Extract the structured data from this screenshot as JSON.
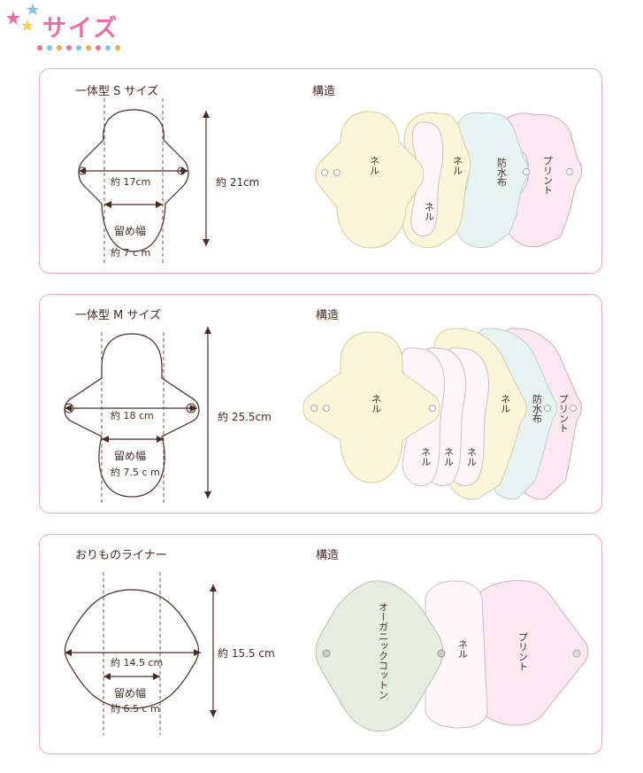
{
  "title": "サイズ",
  "structure_label": "構造",
  "products": [
    {
      "name": "一体型 S サイズ",
      "width": "約 17cm",
      "snap_label": "留め幅",
      "snap_width": "約 7 c m",
      "height": "約 21cm",
      "layers": [
        "ネル",
        "ネル",
        "ネル",
        "防水布",
        "プリント"
      ]
    },
    {
      "name": "一体型 M サイズ",
      "width": "約 18 cm",
      "snap_label": "留め幅",
      "snap_width": "約 7.5 c m",
      "height": "約 25.5cm",
      "layers": [
        "ネル",
        "ネル",
        "ネル",
        "ネル",
        "ネル",
        "防水布",
        "プリント"
      ]
    },
    {
      "name": "おりものライナー",
      "width": "約 14.5 cm",
      "snap_label": "留め幅",
      "snap_width": "約 6.5 c m",
      "height": "約 15.5 cm",
      "layers": [
        "オーガニックコットン",
        "ネル",
        "プリント"
      ]
    }
  ],
  "colors": {
    "accent": "#f06aa6",
    "border": "#f2a6c4",
    "outline": "#4a2a25",
    "layer_yellow": "#fbf6d9",
    "layer_blue": "#e6f3f1",
    "layer_pink": "#fbe8f1",
    "layer_white": "#fdf7fa",
    "layer_green": "#e5eddf"
  },
  "icons": [
    "star-icon",
    "dot-divider-icon",
    "arrow-icon",
    "snap-icon"
  ]
}
